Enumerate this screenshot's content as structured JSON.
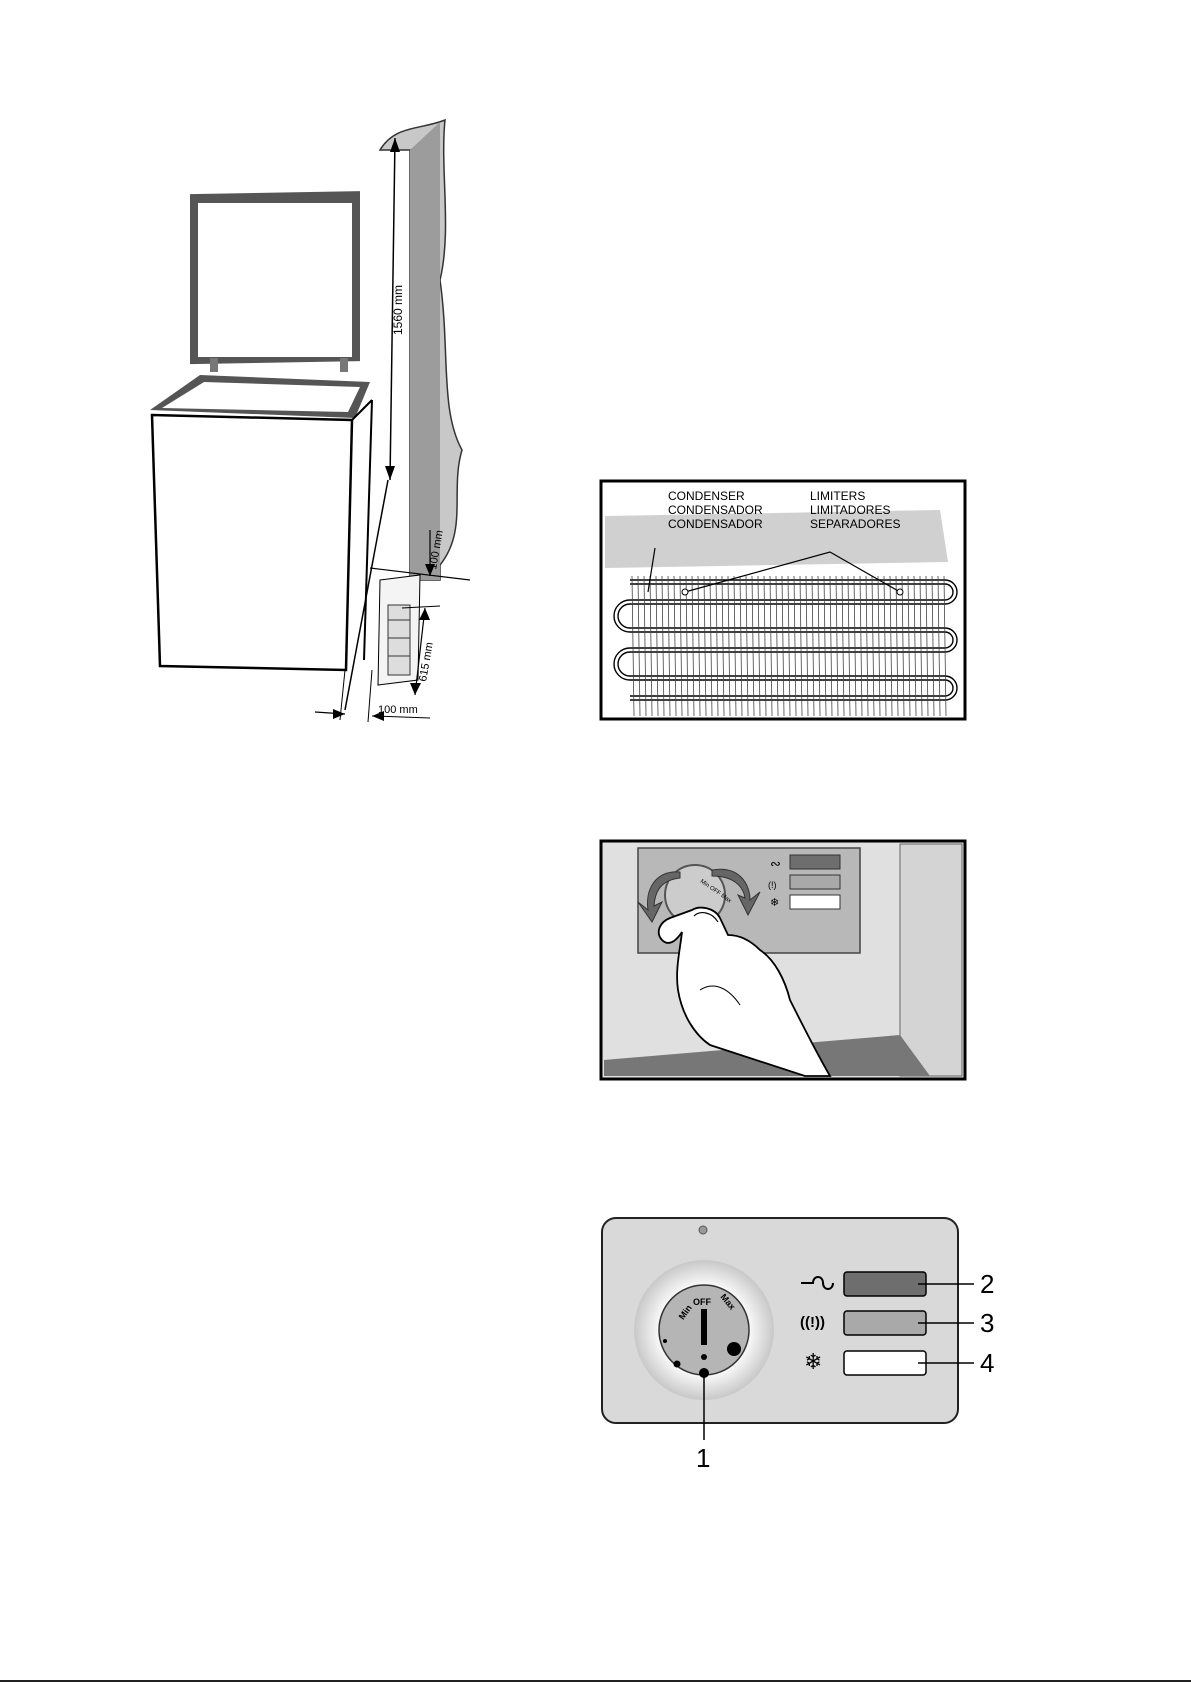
{
  "installation": {
    "height_label": "1560 mm",
    "wall_gap_label": "100 mm",
    "chest_height_label": "615 mm",
    "side_gap_label": "100 mm"
  },
  "condenser": {
    "labels_left": [
      "CONDENSER",
      "CONDENSADOR",
      "CONDENSADOR"
    ],
    "labels_right": [
      "LIMITERS",
      "LIMITADORES",
      "SEPARADORES"
    ]
  },
  "hand_panel": {
    "dial_text": "Min OFF Max"
  },
  "control_panel": {
    "dial": {
      "min": "Min",
      "off": "OFF",
      "max": "Max"
    },
    "callouts": [
      "1",
      "2",
      "3",
      "4"
    ],
    "indicator_colors": [
      "#6e6e6e",
      "#a9a9a9",
      "#ffffff"
    ],
    "icons": [
      "power-wave-icon",
      "alarm-icon",
      "snowflake-icon"
    ]
  }
}
